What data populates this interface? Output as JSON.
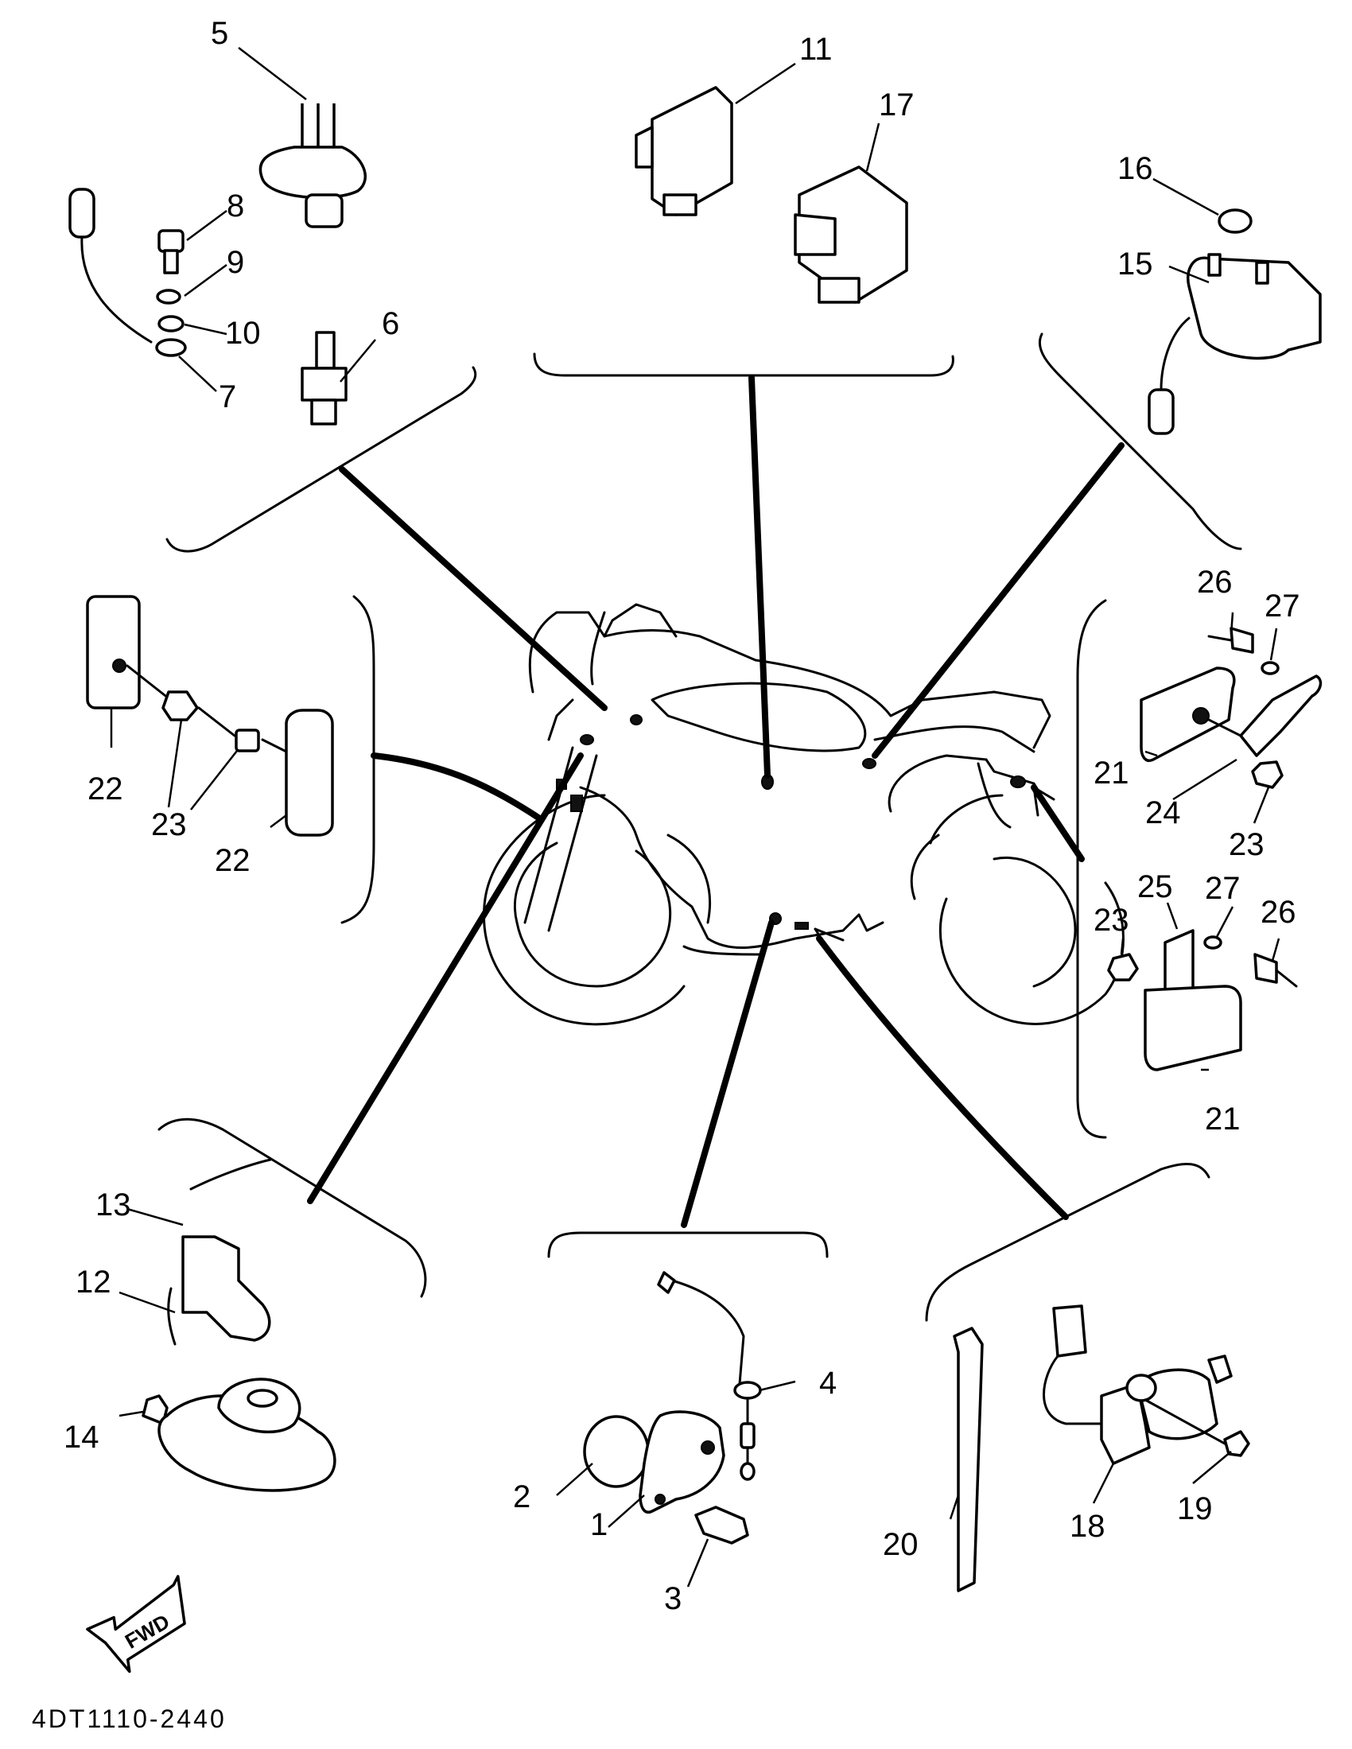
{
  "diagram": {
    "drawing_code": "4DT1110-2440",
    "fwd_label": "FWD",
    "callouts": {
      "c1": "1",
      "c2": "2",
      "c3": "3",
      "c4": "4",
      "c5": "5",
      "c6": "6",
      "c7": "7",
      "c8": "8",
      "c9": "9",
      "c10": "10",
      "c11": "11",
      "c12": "12",
      "c13": "13",
      "c14": "14",
      "c15": "15",
      "c16": "16",
      "c17": "17",
      "c18": "18",
      "c19": "19",
      "c20": "20",
      "c21a": "21",
      "c21b": "21",
      "c22a": "22",
      "c22b": "22",
      "c23a": "23",
      "c23b": "23",
      "c23c": "23",
      "c24": "24",
      "c25": "25",
      "c26a": "26",
      "c26b": "26",
      "c27a": "27",
      "c27b": "27"
    }
  }
}
